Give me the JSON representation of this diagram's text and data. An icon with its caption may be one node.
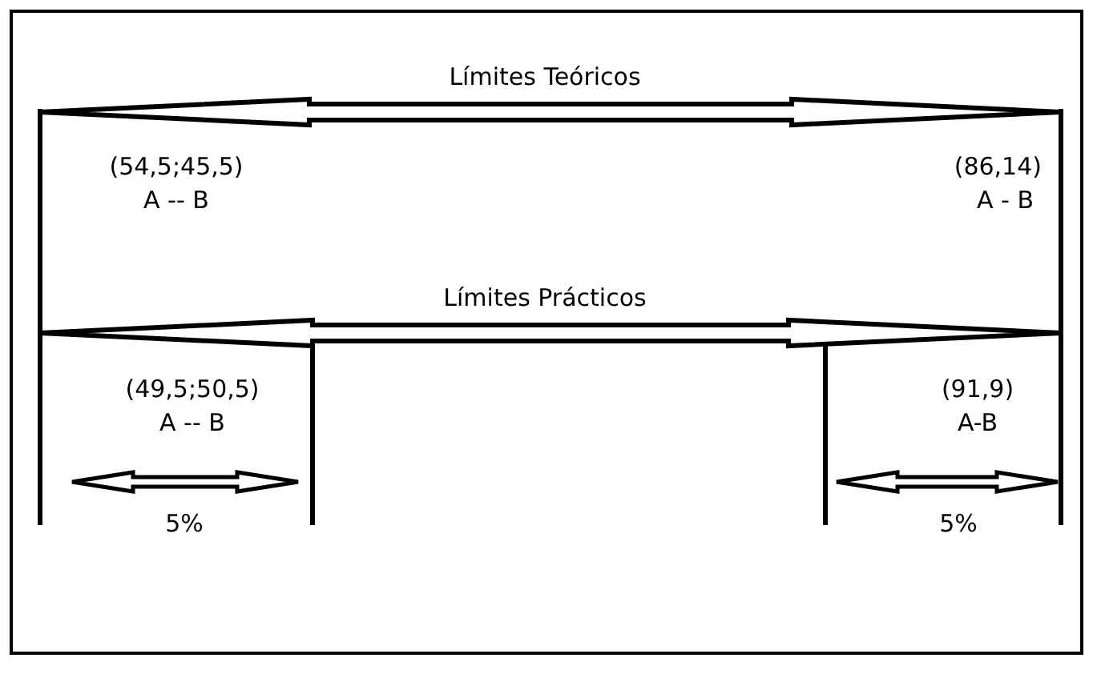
{
  "diagram": {
    "labels": [
      "Límites Teóricos",
      "(54,5;45,5)",
      "A -- B",
      "(86,14)",
      "A - B",
      "Límites Prácticos",
      "(49,5;50,5)",
      "A -- B",
      "(91,9)",
      "A-B",
      "5%",
      "5%"
    ]
  }
}
